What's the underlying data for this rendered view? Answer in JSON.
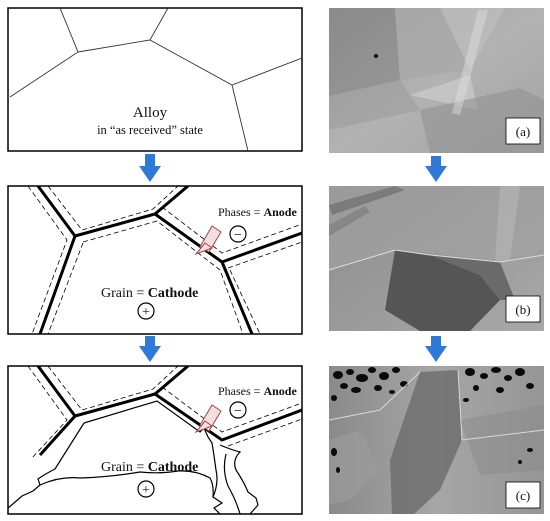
{
  "panel1": {
    "title": "Alloy",
    "subtitle": "in “as received” state"
  },
  "panel2": {
    "phases_prefix": "Phases = ",
    "phases_bold": "Anode",
    "grain_prefix": "Grain = ",
    "grain_bold": "Cathode",
    "minus_sign": "−",
    "plus_sign": "+"
  },
  "panel3": {
    "phases_prefix": "Phases = ",
    "phases_bold": "Anode",
    "grain_prefix": "Grain = ",
    "grain_bold": "Cathode",
    "minus_sign": "−",
    "plus_sign": "+"
  },
  "micrographs": {
    "a_label": "(a)",
    "b_label": "(b)",
    "c_label": "(c)"
  },
  "colors": {
    "arrow": "#2f7ad6",
    "pointer_fill": "#f4dede",
    "pointer_stroke": "#9a4a4a"
  }
}
